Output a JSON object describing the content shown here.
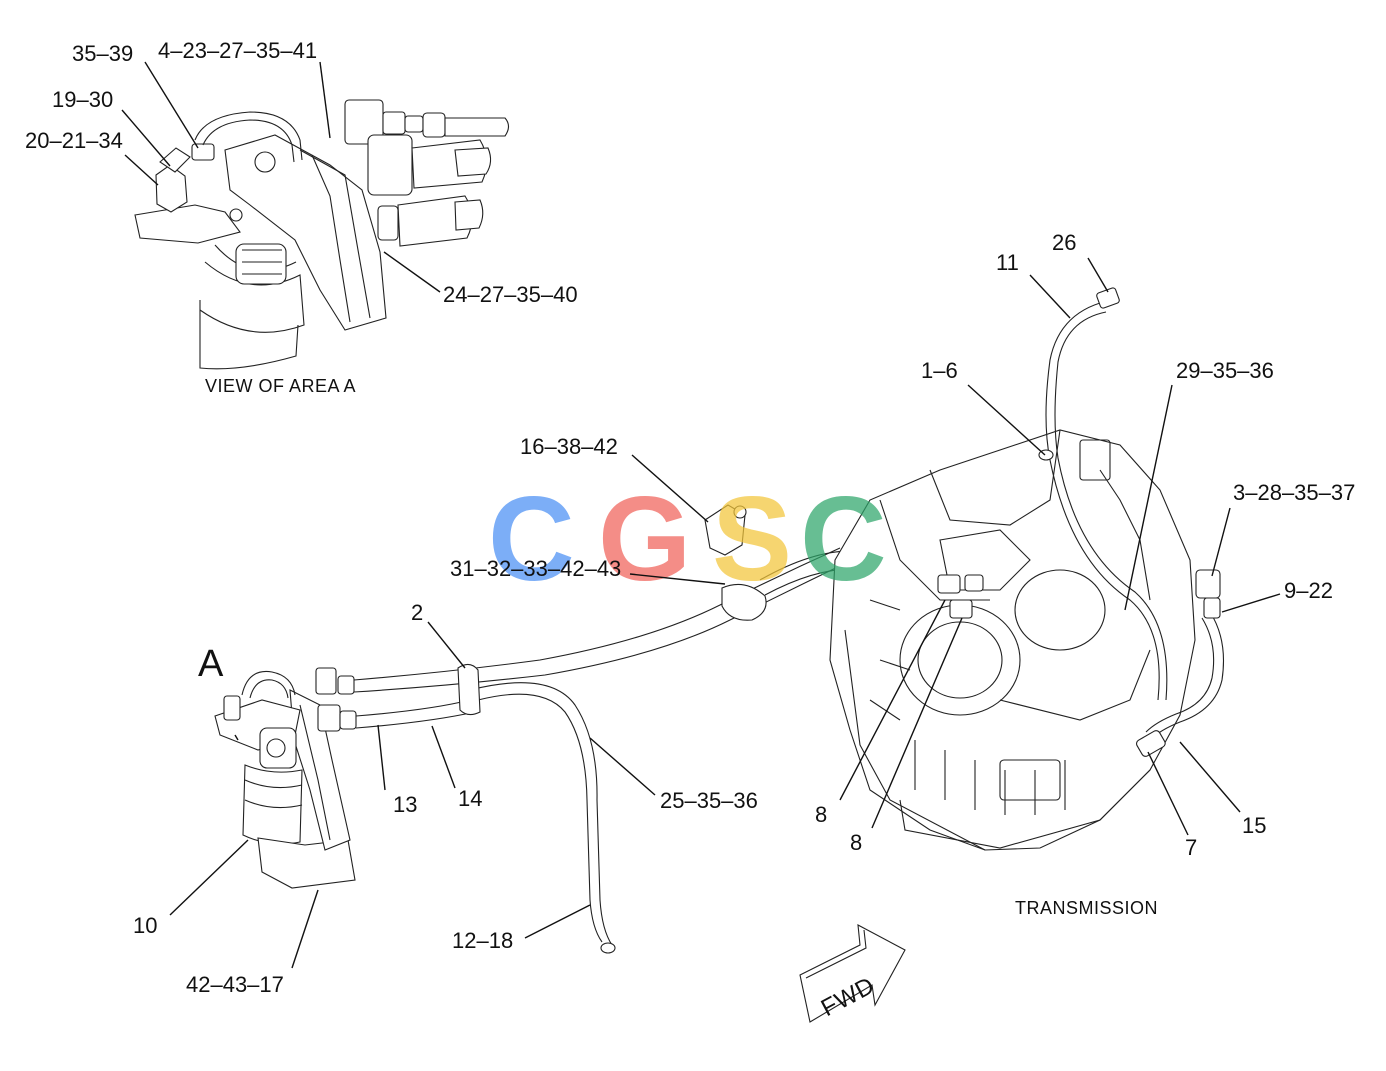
{
  "watermark": {
    "letters": [
      "C",
      "G",
      "S",
      "C"
    ],
    "colors": [
      "#4a8ff5",
      "#f0625a",
      "#f3c63a",
      "#2ea66a"
    ]
  },
  "captions": {
    "view_of_area": "VIEW OF AREA A",
    "transmission": "TRANSMISSION",
    "area_marker": "A",
    "fwd": "FWD"
  },
  "callouts": {
    "c_35_39": "35–39",
    "c_4_23_27_35_41": "4–23–27–35–41",
    "c_19_30": "19–30",
    "c_20_21_34": "20–21–34",
    "c_24_27_35_40": "24–27–35–40",
    "c_26": "26",
    "c_11": "11",
    "c_1_6": "1–6",
    "c_29_35_36": "29–35–36",
    "c_16_38_42": "16–38–42",
    "c_3_28_35_37": "3–28–35–37",
    "c_9_22": "9–22",
    "c_31_32_33_42_43": "31–32–33–42–43",
    "c_2": "2",
    "c_13": "13",
    "c_14": "14",
    "c_25_35_36": "25–35–36",
    "c_8a": "8",
    "c_8b": "8",
    "c_7": "7",
    "c_15": "15",
    "c_10": "10",
    "c_42_43_17": "42–43–17",
    "c_12_18": "12–18"
  }
}
